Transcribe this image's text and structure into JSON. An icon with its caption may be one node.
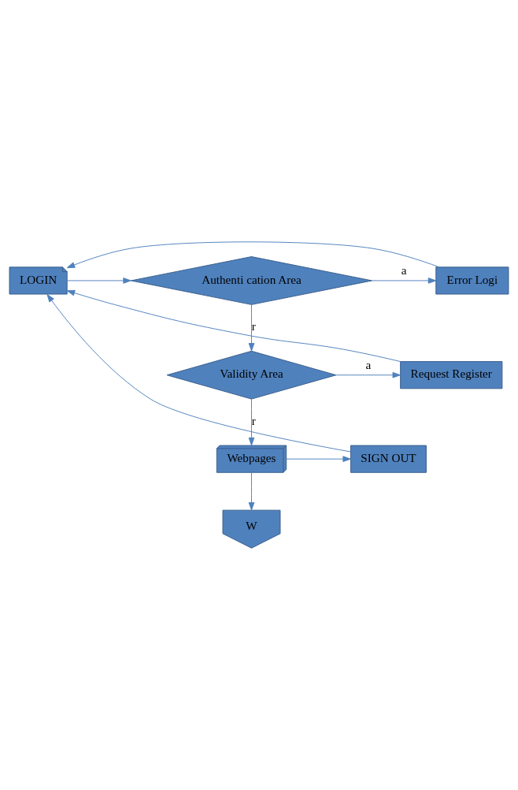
{
  "diagram": {
    "nodes": [
      {
        "text": [
          "LOGIN"
        ]
      },
      {
        "text": [
          "Authenti cation Area"
        ]
      },
      {
        "text": [
          "Error Logi"
        ]
      },
      {
        "text": [
          "Validity Area"
        ]
      },
      {
        "text": [
          "Request Register"
        ]
      },
      {
        "text": [
          "Webpages"
        ]
      },
      {
        "text": [
          "SIGN OUT"
        ]
      },
      {
        "text": [
          "W"
        ]
      }
    ],
    "edges": [
      {
        "from": 0,
        "to": 1,
        "arrow": "to"
      },
      {
        "from": 1,
        "to": 2,
        "arrow": "to",
        "label": "a"
      },
      {
        "from": 1,
        "to": 3,
        "arrow": "to",
        "label": "r"
      },
      {
        "from": 3,
        "to": 4,
        "arrow": "to",
        "label": "a"
      },
      {
        "from": 3,
        "to": 5,
        "arrow": "to",
        "label": "r"
      },
      {
        "from": 5,
        "to": 6,
        "arrow": "to"
      },
      {
        "from": 6,
        "to": 0,
        "arrow": "to"
      },
      {
        "from": 5,
        "to": 7,
        "arrow": "to"
      },
      {
        "from": 2,
        "to": 0,
        "arrow": "to"
      },
      {
        "from": 4,
        "to": 0,
        "arrow": "to"
      }
    ]
  }
}
